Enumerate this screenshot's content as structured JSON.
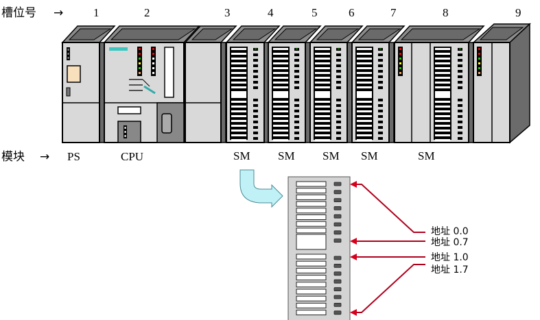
{
  "row_labels": {
    "slot_label": "槽位号",
    "module_label": "模块",
    "arrow": "→"
  },
  "slots": [
    "1",
    "2",
    "3",
    "4",
    "5",
    "6",
    "7",
    "8",
    "9"
  ],
  "modules": [
    "PS",
    "CPU",
    "SM",
    "SM",
    "SM",
    "SM",
    "SM"
  ],
  "addresses": [
    "地址 0.0",
    "地址 0.7",
    "地址 1.0",
    "地址 1.7"
  ],
  "colors": {
    "module_face": "#d9d9d9",
    "module_top": "#8c8c8c",
    "module_side": "#6b6b6b",
    "address_arrow": "#c0001a",
    "pointer_arrow": "#bff1f6",
    "led_red": "#ff0000",
    "led_green": "#22cc00",
    "led_yellow": "#ffff00",
    "led_orange": "#f5a860",
    "siemens_bar": "#3cc6c0"
  }
}
